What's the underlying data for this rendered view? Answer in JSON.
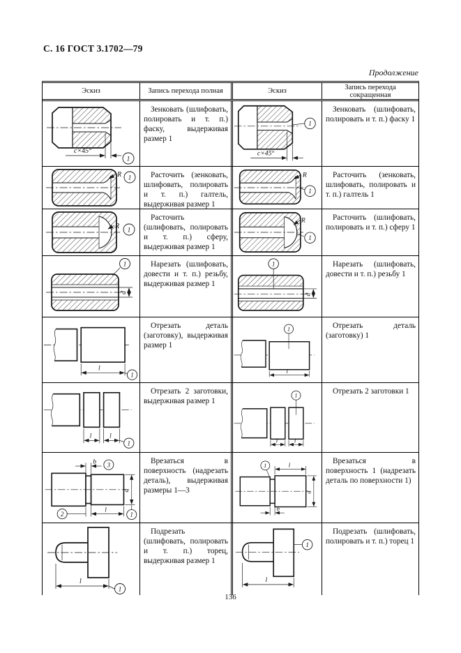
{
  "colors": {
    "ink": "#1a1a1a",
    "paper": "#ffffff"
  },
  "page": {
    "header_title": "С. 16 ГОСТ 3.1702—79",
    "continuation": "Продолжение",
    "page_number": "136"
  },
  "table": {
    "headers": [
      "Эскиз",
      "Запись перехода полная",
      "Эскиз",
      "Запись перехода сокращенная"
    ],
    "rows": [
      {
        "full": "Зенковать (шлифовать, полировать и т. п.) фаску, выдерживая размер 1",
        "short": "Зенковать (шлифовать, полировать и т. п.) фаску 1",
        "labels": {
          "dim": "c×45°",
          "n1": "1"
        }
      },
      {
        "full": "Расточить (зенковать, шлифовать, полировать и т. п.) галтель, выдерживая размер 1",
        "short": "Расточить (зенковать, шлифовать, полировать и т. п.) галтель 1",
        "labels": {
          "R": "R",
          "n1": "1"
        }
      },
      {
        "full": "Расточить (шлифовать, полировать и т. п.) сферу, выдерживая размер 1",
        "short": "Расточить (шлифовать, полировать и т. п.) сферу 1",
        "labels": {
          "R": "R",
          "n1": "1"
        }
      },
      {
        "full": "Нарезать (шлифовать, довести и т. п.) резьбу, выдерживая размер 1",
        "short": "Нарезать (шлифовать, довести и т. п.) резьбу 1",
        "labels": {
          "d": "d",
          "n1": "1"
        }
      },
      {
        "full": "Отрезать деталь (заготовку), выдерживая размер 1",
        "short": "Отрезать деталь (заготовку) 1",
        "labels": {
          "l": "l",
          "n1": "1"
        }
      },
      {
        "full": "Отрезать 2 заготовки, выдерживая размер 1",
        "short": "Отрезать 2 заготовки 1",
        "labels": {
          "l": "l",
          "n1": "1"
        }
      },
      {
        "full": "Врезаться в поверхность (надрезать деталь), выдерживая размеры 1—3",
        "short": "Врезаться в поверхность 1 (надрезать деталь по поверхности 1)",
        "labels": {
          "b": "b",
          "d": "d",
          "l": "l",
          "n1": "1",
          "n2": "2",
          "n3": "3"
        }
      },
      {
        "full": "Подрезать (шлифовать, полировать и т. п.) торец, выдерживая размер 1",
        "short": "Подрезать (шлифовать, полировать и т. п.) торец 1",
        "labels": {
          "l": "l",
          "n1": "1"
        }
      }
    ]
  }
}
